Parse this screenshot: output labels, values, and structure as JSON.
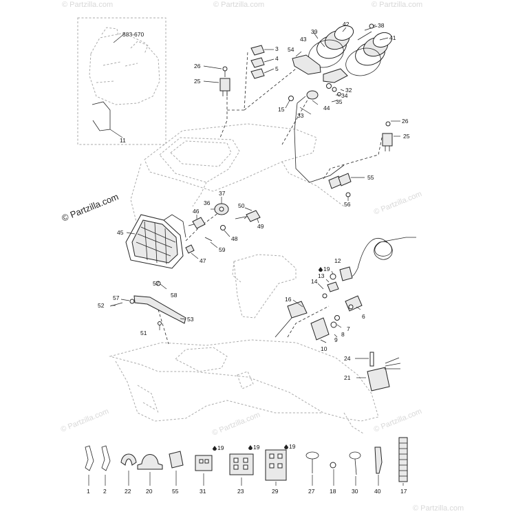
{
  "watermark": {
    "main": "© Partzilla.com",
    "faint": "© Partzilla.com"
  },
  "inset": {
    "part_number": "583-670",
    "callout": "11"
  },
  "callouts": {
    "c1": "1",
    "c2": "2",
    "c3": "3",
    "c4": "4",
    "c5": "5",
    "c6": "6",
    "c7": "7",
    "c8": "8",
    "c9": "9",
    "c10": "10",
    "c12": "12",
    "c13": "13",
    "c14": "14",
    "c15": "15",
    "c16": "16",
    "c17": "17",
    "c18": "18",
    "c19a": "19",
    "c19b": "19",
    "c19c": "19",
    "c20": "20",
    "c21": "21",
    "c22": "22",
    "c23": "23",
    "c24": "24",
    "c25a": "25",
    "c25b": "25",
    "c26a": "26",
    "c26b": "26",
    "c27": "27",
    "c29": "29",
    "c30": "30",
    "c31": "31",
    "c32": "32",
    "c33": "33",
    "c34": "34",
    "c35": "35",
    "c36": "36",
    "c37": "37",
    "c38": "38",
    "c39": "39",
    "c40": "40",
    "c41": "41",
    "c42": "42",
    "c43": "43",
    "c44": "44",
    "c45": "45",
    "c46": "46",
    "c47": "47",
    "c48": "48",
    "c49": "49",
    "c50": "50",
    "c51": "51",
    "c52": "52",
    "c53": "53",
    "c54": "54",
    "c55a": "55",
    "c55b": "55",
    "c56": "56",
    "c57a": "57",
    "c57b": "57",
    "c58": "58",
    "c59": "59"
  }
}
